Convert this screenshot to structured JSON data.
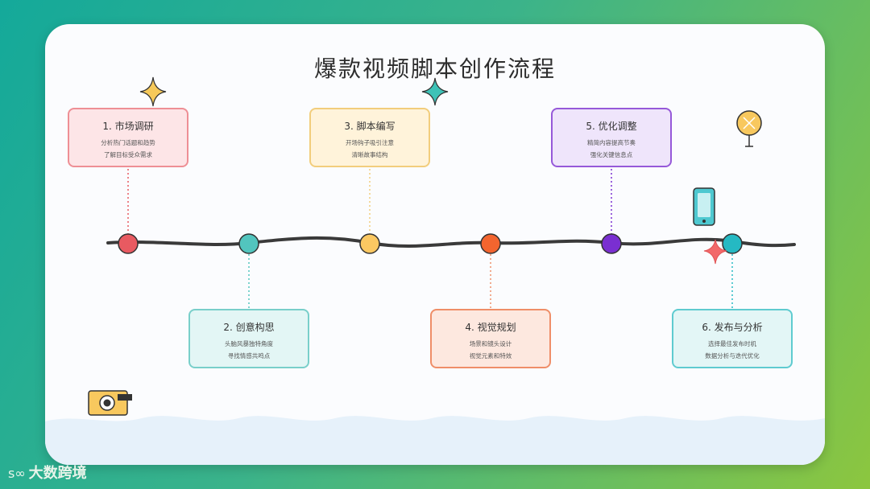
{
  "title": "爆款视频脚本创作流程",
  "steps": [
    {
      "label": "1. 市场调研",
      "line1": "分析热门话题和趋势",
      "line2": "了解目标受众需求",
      "color": "#ee8f95"
    },
    {
      "label": "2. 创意构思",
      "line1": "头脑风暴独特角度",
      "line2": "寻找情感共鸣点",
      "color": "#79cfca"
    },
    {
      "label": "3. 脚本编写",
      "line1": "开场钩子吸引注意",
      "line2": "清晰故事结构",
      "color": "#f2cd7c"
    },
    {
      "label": "4. 视觉规划",
      "line1": "场景和镜头设计",
      "line2": "视觉元素和特效",
      "color": "#ef8e68"
    },
    {
      "label": "5. 优化调整",
      "line1": "精简内容提高节奏",
      "line2": "强化关键信息点",
      "color": "#9659d9"
    },
    {
      "label": "6. 发布与分析",
      "line1": "选择最佳发布时机",
      "line2": "数据分析与迭代优化",
      "color": "#5fcbd0"
    }
  ],
  "timeline_colors": [
    "#e85a61",
    "#52c5be",
    "#fbc862",
    "#f3652f",
    "#7a2fd1",
    "#25b9c3"
  ],
  "watermark": {
    "mark": "ꜱ∞",
    "text": "大数跨境"
  },
  "icons": [
    "sparkle-icon",
    "balloon-icon",
    "phone-icon",
    "camera-icon"
  ]
}
